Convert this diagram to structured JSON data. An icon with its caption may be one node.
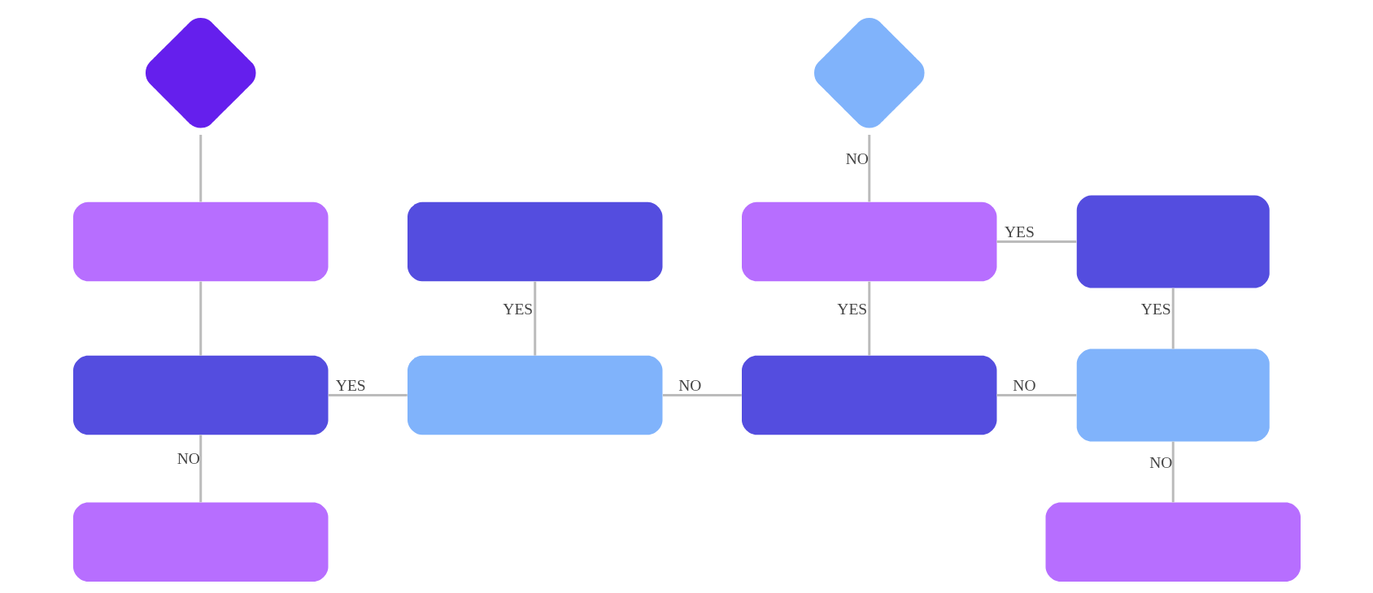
{
  "diagram": {
    "nodes": [
      {
        "text": [],
        "shape": "diamond"
      },
      {
        "text": [],
        "shape": "diamond"
      },
      {
        "text": [],
        "shape": "pill"
      },
      {
        "text": [],
        "shape": "pill"
      },
      {
        "text": [],
        "shape": "pill"
      },
      {
        "text": [],
        "shape": "box"
      },
      {
        "text": [],
        "shape": "pill"
      },
      {
        "text": [],
        "shape": "pill"
      },
      {
        "text": [],
        "shape": "pill"
      },
      {
        "text": [],
        "shape": "box"
      },
      {
        "text": [],
        "shape": "pill"
      },
      {
        "text": [],
        "shape": "pill"
      }
    ],
    "edges": [
      {
        "from": 0,
        "to": 2,
        "arrow": "none"
      },
      {
        "from": 2,
        "to": 6,
        "arrow": "none"
      },
      {
        "from": 6,
        "to": 7,
        "arrow": "none",
        "label": "YES"
      },
      {
        "from": 6,
        "to": 10,
        "arrow": "none",
        "label": "NO"
      },
      {
        "from": 3,
        "to": 7,
        "arrow": "none",
        "label": "YES"
      },
      {
        "from": 7,
        "to": 8,
        "arrow": "none",
        "label": "NO"
      },
      {
        "from": 1,
        "to": 4,
        "arrow": "none",
        "label": "NO"
      },
      {
        "from": 4,
        "to": 5,
        "arrow": "none",
        "label": "YES"
      },
      {
        "from": 4,
        "to": 8,
        "arrow": "none",
        "label": "YES"
      },
      {
        "from": 8,
        "to": 9,
        "arrow": "none",
        "label": "NO"
      },
      {
        "from": 5,
        "to": 9,
        "arrow": "none",
        "label": "YES"
      },
      {
        "from": 9,
        "to": 11,
        "arrow": "none",
        "label": "NO"
      }
    ]
  }
}
